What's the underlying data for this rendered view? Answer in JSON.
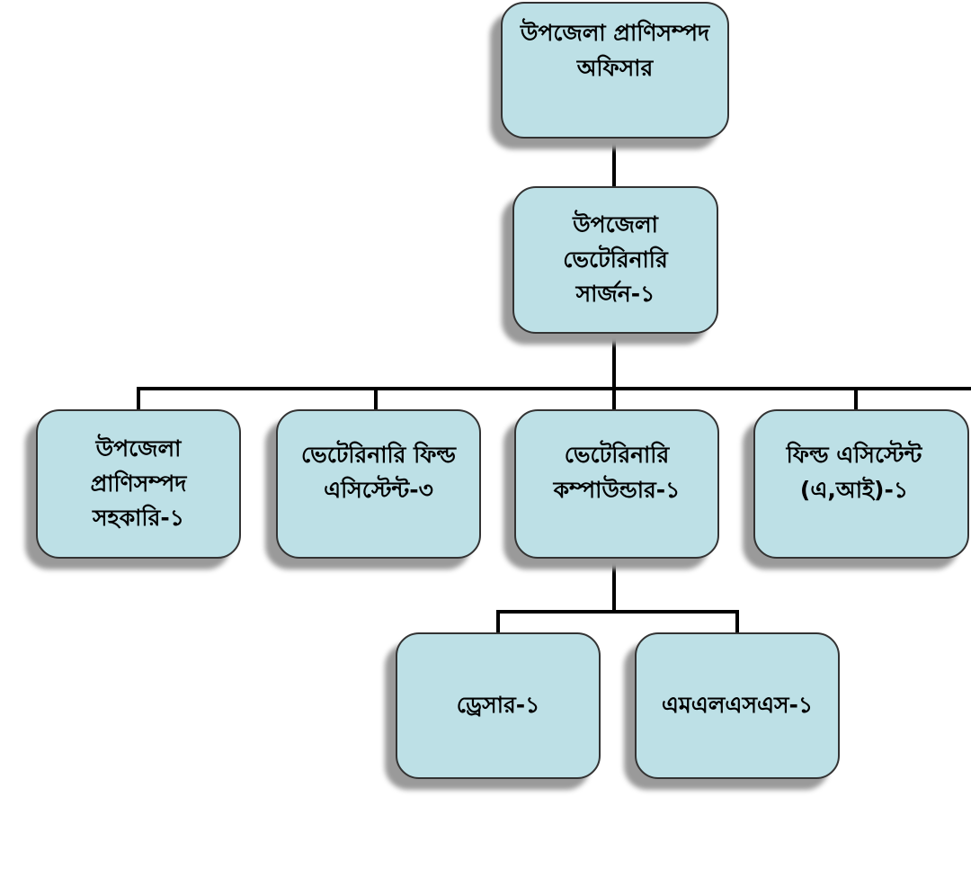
{
  "nodes": {
    "officer": "উপজেলা প্রাণিসম্পদ অফিসার",
    "surgeon": "উপজেলা ভেটেরিনারি সার্জন-১",
    "assistant": "উপজেলা প্রাণিসম্পদ সহকারি-১",
    "vfa": "ভেটেরিনারি ফিল্ড এসিস্টেন্ট-৩",
    "compounder": "ভেটেরিনারি কম্পাউন্ডার-১",
    "fa_ai": "ফিল্ড এসিস্টেন্ট (এ,আই)-১",
    "dresser": "ড্রেসার-১",
    "mlss": "এমএলএসএস-১"
  }
}
